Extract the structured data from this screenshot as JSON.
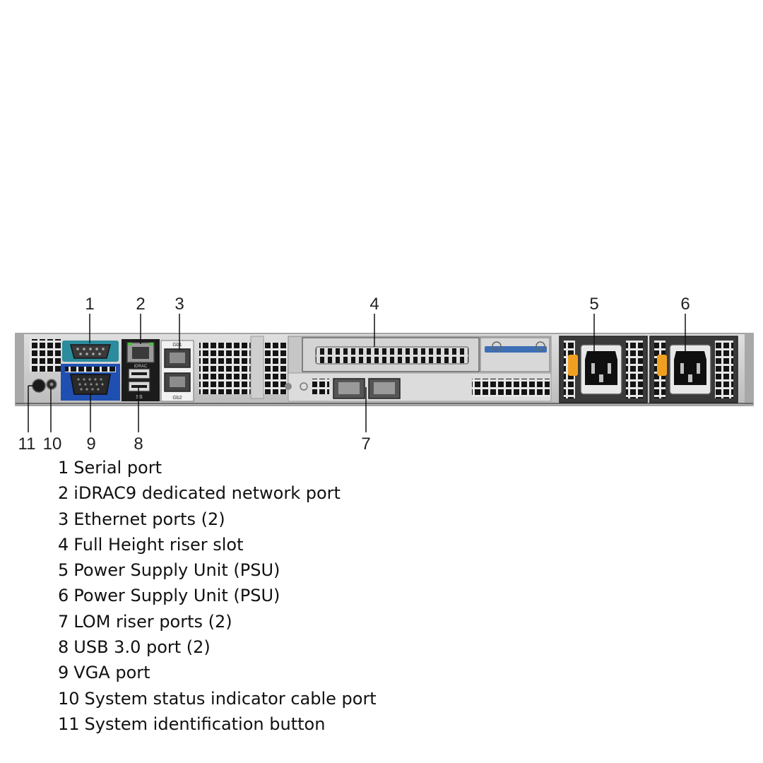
{
  "callouts": [
    {
      "number": "1",
      "label": "Serial port"
    },
    {
      "number": "2",
      "label": "iDRAC9 dedicated network port"
    },
    {
      "number": "3",
      "label": "Ethernet ports (2)"
    },
    {
      "number": "4",
      "label": "Full Height riser slot"
    },
    {
      "number": "5",
      "label": "Power Supply Unit (PSU)"
    },
    {
      "number": "6",
      "label": "Power Supply Unit (PSU)"
    },
    {
      "number": "7",
      "label": "LOM riser ports (2)"
    },
    {
      "number": "8",
      "label": "USB 3.0 port (2)"
    },
    {
      "number": "9",
      "label": "VGA port"
    },
    {
      "number": "10",
      "label": "System status indicator cable port"
    },
    {
      "number": "11",
      "label": "System identification button"
    }
  ],
  "port_labels": {
    "idrac": "iDRAC",
    "gb1": "Gb1",
    "gb2": "Gb2",
    "ss": "SS"
  },
  "colors": {
    "chassis": "#d2d2d2",
    "serial_accent": "#2a8c9c",
    "vga_accent": "#1f4fb0",
    "riser_latch": "#3d6fb5",
    "psu_handle": "#f0a020",
    "idrac_led": "#4cc040"
  }
}
